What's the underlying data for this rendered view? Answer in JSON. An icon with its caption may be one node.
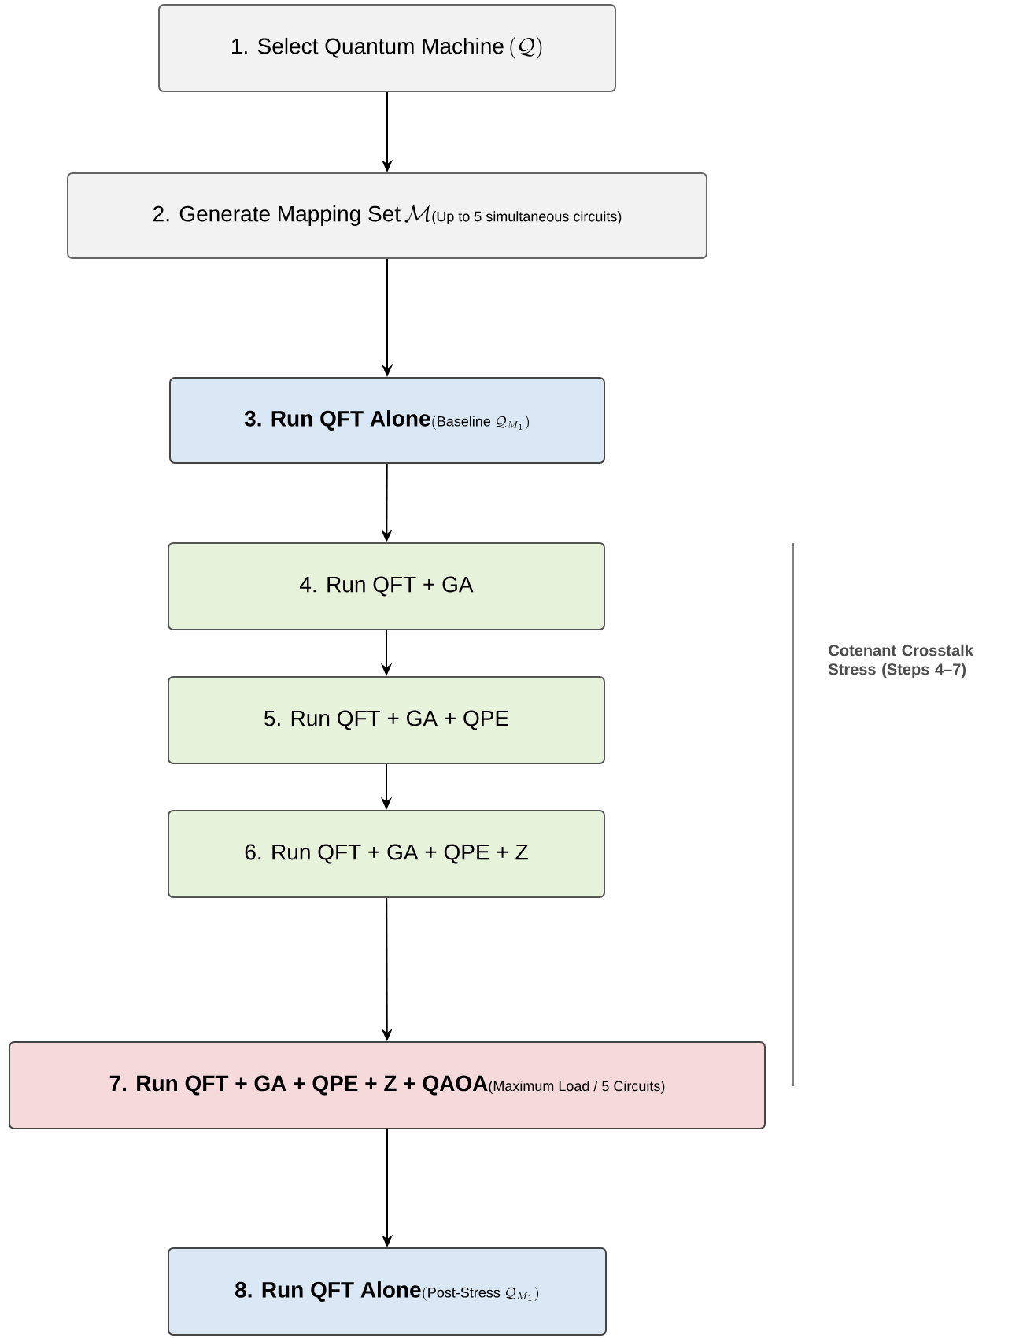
{
  "diagram": {
    "nodes": [
      {
        "text": [
          "1. Select Quantum Machine",
          "(\\mathcal{Q})"
        ]
      },
      {
        "text": [
          "2. Generate Mapping Set",
          "\\mathcal{M}",
          "(Up to 5 simultaneous circuits)"
        ]
      },
      {
        "text": [
          "3. Run QFT Alone",
          "(\\text{Baseline } \\mathcal{Q}_{M_1})"
        ]
      },
      {
        "text": [
          "4. Run QFT + GA"
        ]
      },
      {
        "text": [
          "5. Run QFT + GA + QPE"
        ]
      },
      {
        "text": [
          "6. Run QFT + GA + QPE + Z"
        ]
      },
      {
        "text": [
          "7. Run QFT + GA + QPE + Z + QAOA",
          "(Maximum Load / 5 Circuits)"
        ]
      },
      {
        "text": [
          "8. Run QFT Alone",
          "(\\text{Post-Stress } \\mathcal{Q}_{M_1})"
        ]
      }
    ],
    "edges": [
      {
        "from": 0,
        "to": 1,
        "arrow": "to"
      },
      {
        "from": 1,
        "to": 2,
        "arrow": "to"
      },
      {
        "from": 2,
        "to": 3,
        "arrow": "to"
      },
      {
        "from": 3,
        "to": 4,
        "arrow": "to"
      },
      {
        "from": 4,
        "to": 5,
        "arrow": "to"
      },
      {
        "from": 5,
        "to": 6,
        "arrow": "to"
      },
      {
        "from": 6,
        "to": 7,
        "arrow": "to"
      }
    ],
    "labels": [
      "Cotenant Crosstalk Stress (Steps 4–7)"
    ]
  }
}
